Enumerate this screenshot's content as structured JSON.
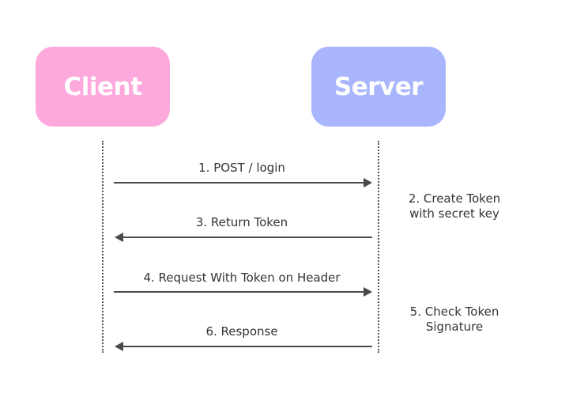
{
  "actors": {
    "client": {
      "label": "Client",
      "color": "#fda9dd"
    },
    "server": {
      "label": "Server",
      "color": "#a9b5fd"
    }
  },
  "messages": [
    {
      "label": "1. POST / login",
      "direction": "client-to-server"
    },
    {
      "label": "3. Return Token",
      "direction": "server-to-client"
    },
    {
      "label": "4. Request With Token on Header",
      "direction": "client-to-server"
    },
    {
      "label": "6. Response",
      "direction": "server-to-client"
    }
  ],
  "notes": [
    {
      "lines": [
        "2. Create Token",
        "with secret key"
      ]
    },
    {
      "lines": [
        "5. Check Token",
        "Signature"
      ]
    }
  ]
}
